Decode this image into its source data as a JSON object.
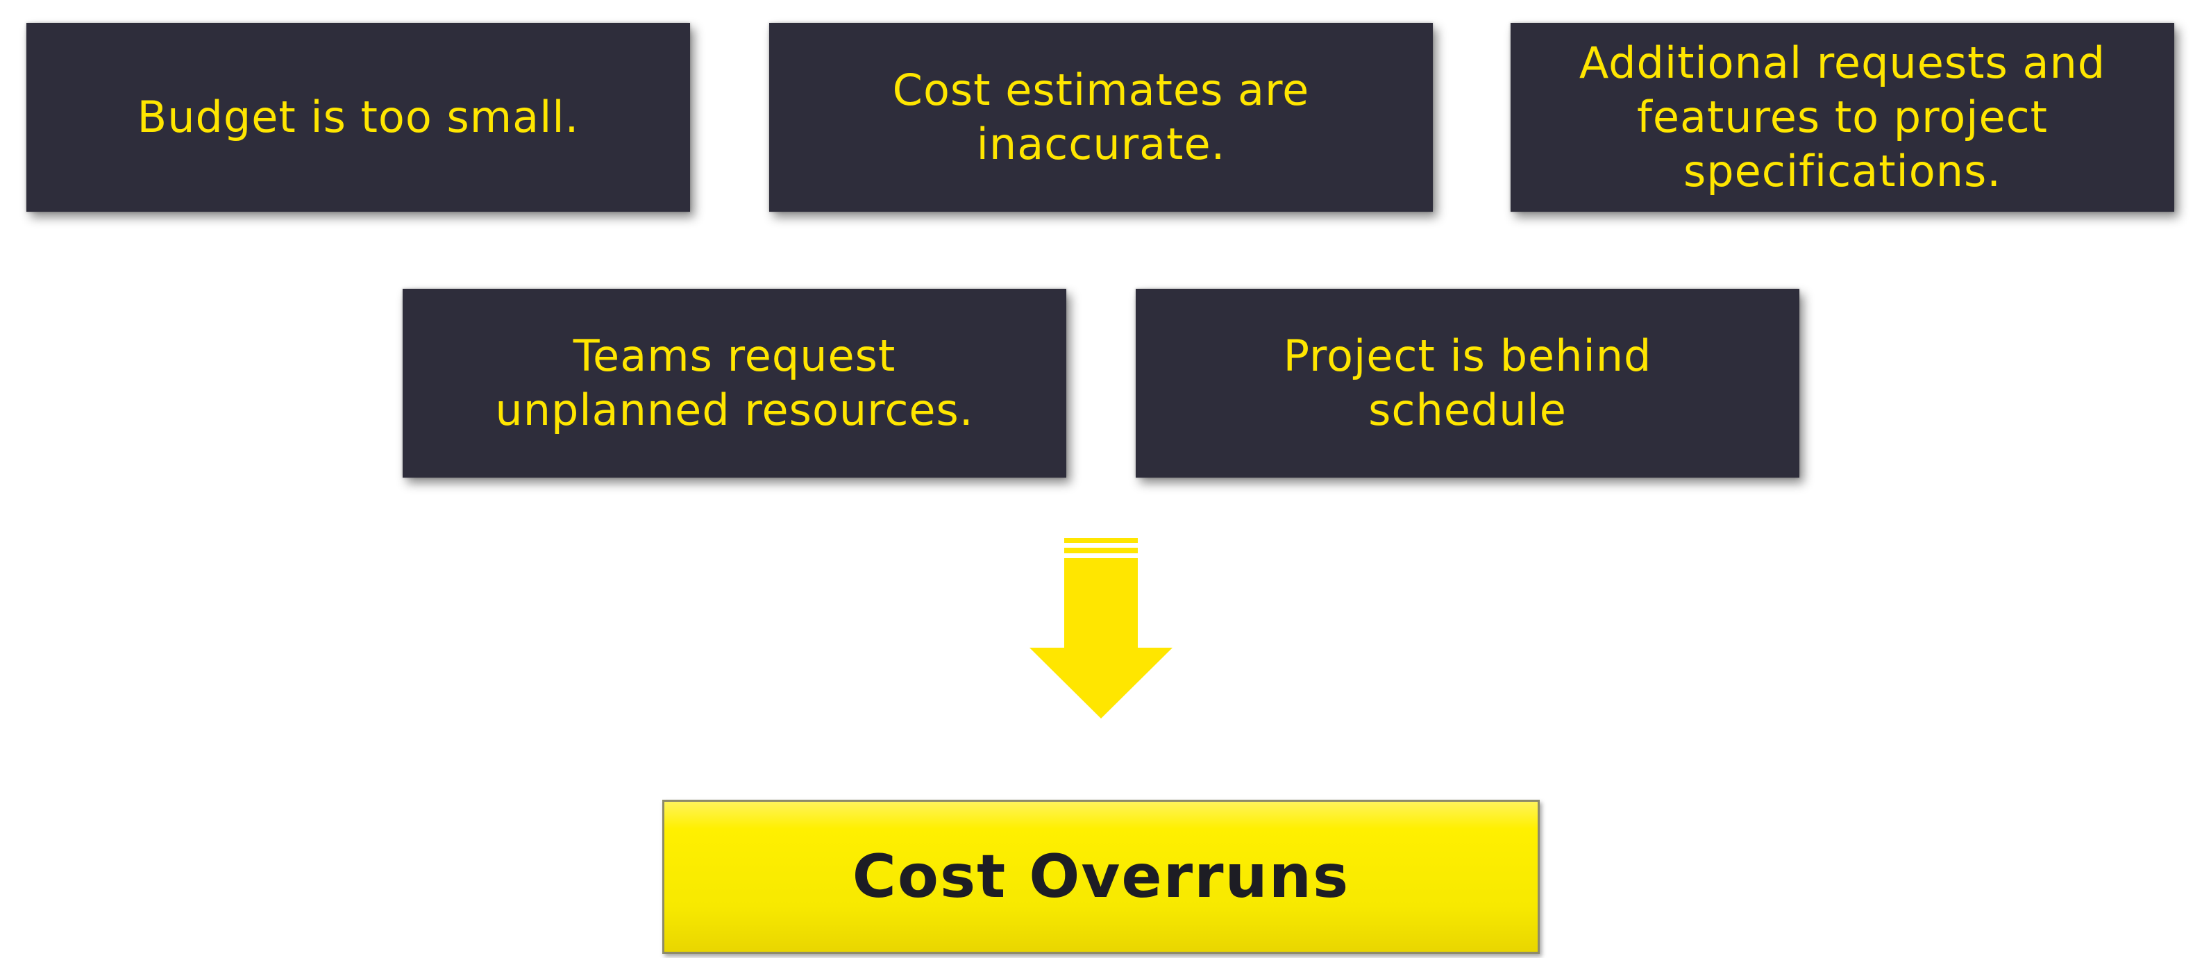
{
  "causes": [
    "Budget is too small.",
    "Cost estimates are inaccurate.",
    "Additional requests and features to project specifications.",
    "Teams request unplanned resources.",
    "Project is behind schedule"
  ],
  "result": "Cost Overruns",
  "colors": {
    "cause_fill": "#2e2d3b",
    "cause_text": "#ffe600",
    "arrow": "#ffe600",
    "result_fill": "#fff000",
    "result_text": "#1d1d24"
  }
}
